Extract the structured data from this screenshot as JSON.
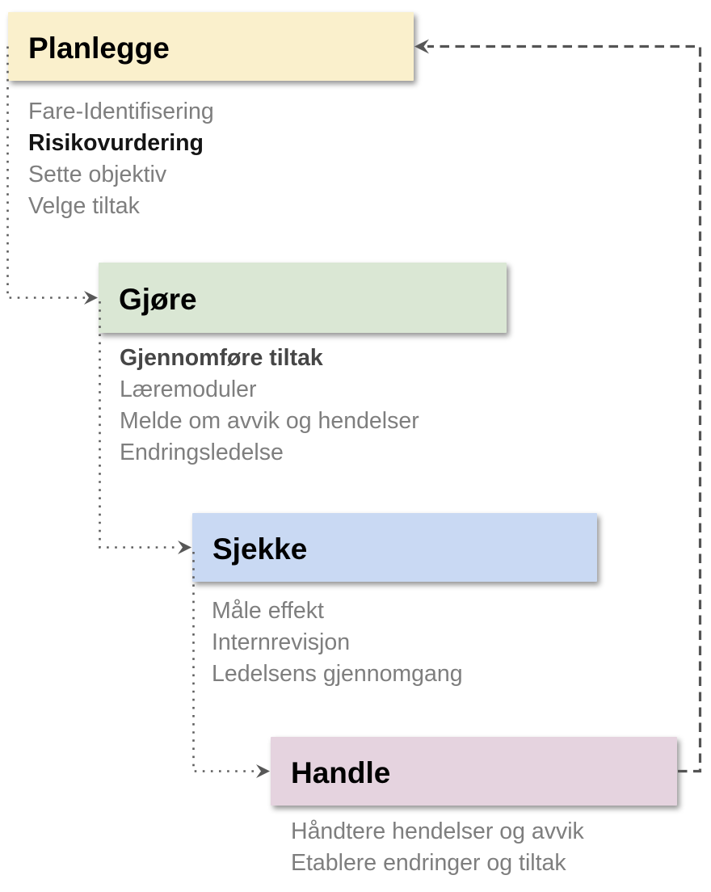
{
  "diagram": {
    "type": "pdca-cycle-flow",
    "language": "norwegian"
  },
  "colors": {
    "plan_box": "#faf0cc",
    "do_box": "#dae7d4",
    "check_box": "#c9d9f3",
    "act_box": "#e5d3df",
    "connector_dotted": "#5e5e5e",
    "connector_dashed": "#545454",
    "arrowhead": "#575757",
    "muted_text": "#7e7e7e",
    "bold_black_text": "#141414",
    "bold_dark_text": "#464646"
  },
  "phases": [
    {
      "id": "planlegge",
      "label": "Planlegge",
      "color": "#faf0cc",
      "items": [
        {
          "text": "Fare-Identifisering",
          "emphasis": false
        },
        {
          "text": "Risikovurdering",
          "emphasis": true
        },
        {
          "text": "Sette objektiv",
          "emphasis": false
        },
        {
          "text": "Velge tiltak",
          "emphasis": false
        }
      ]
    },
    {
      "id": "gjore",
      "label": "Gjøre",
      "color": "#dae7d4",
      "items": [
        {
          "text": "Gjennomføre tiltak",
          "emphasis": true
        },
        {
          "text": "Læremoduler",
          "emphasis": false
        },
        {
          "text": "Melde om avvik og hendelser",
          "emphasis": false
        },
        {
          "text": "Endringsledelse",
          "emphasis": false
        }
      ]
    },
    {
      "id": "sjekke",
      "label": "Sjekke",
      "color": "#c9d9f3",
      "items": [
        {
          "text": "Måle effekt",
          "emphasis": false
        },
        {
          "text": "Internrevisjon",
          "emphasis": false
        },
        {
          "text": "Ledelsens gjennomgang",
          "emphasis": false
        }
      ]
    },
    {
      "id": "handle",
      "label": "Handle",
      "color": "#e5d3df",
      "items": [
        {
          "text": "Håndtere hendelser og avvik",
          "emphasis": false
        },
        {
          "text": "Etablere endringer og tiltak",
          "emphasis": false
        }
      ]
    }
  ]
}
